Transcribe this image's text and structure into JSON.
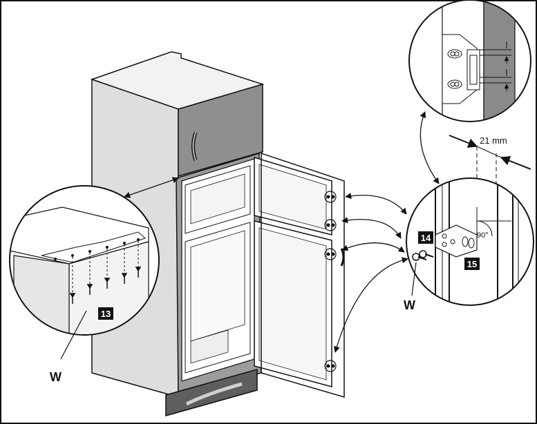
{
  "labels": {
    "screw_w_left": "W",
    "screw_w_right": "W",
    "step_13": "13",
    "step_14": "14",
    "step_15": "15",
    "gap_dimension": "21 mm",
    "angle": "90°"
  },
  "colors": {
    "line": "#111111",
    "furniture_dark": "#6f6f6f",
    "furniture_mid": "#9a9a9a",
    "furniture_light": "#d8d8d8",
    "badge": "#111111"
  }
}
